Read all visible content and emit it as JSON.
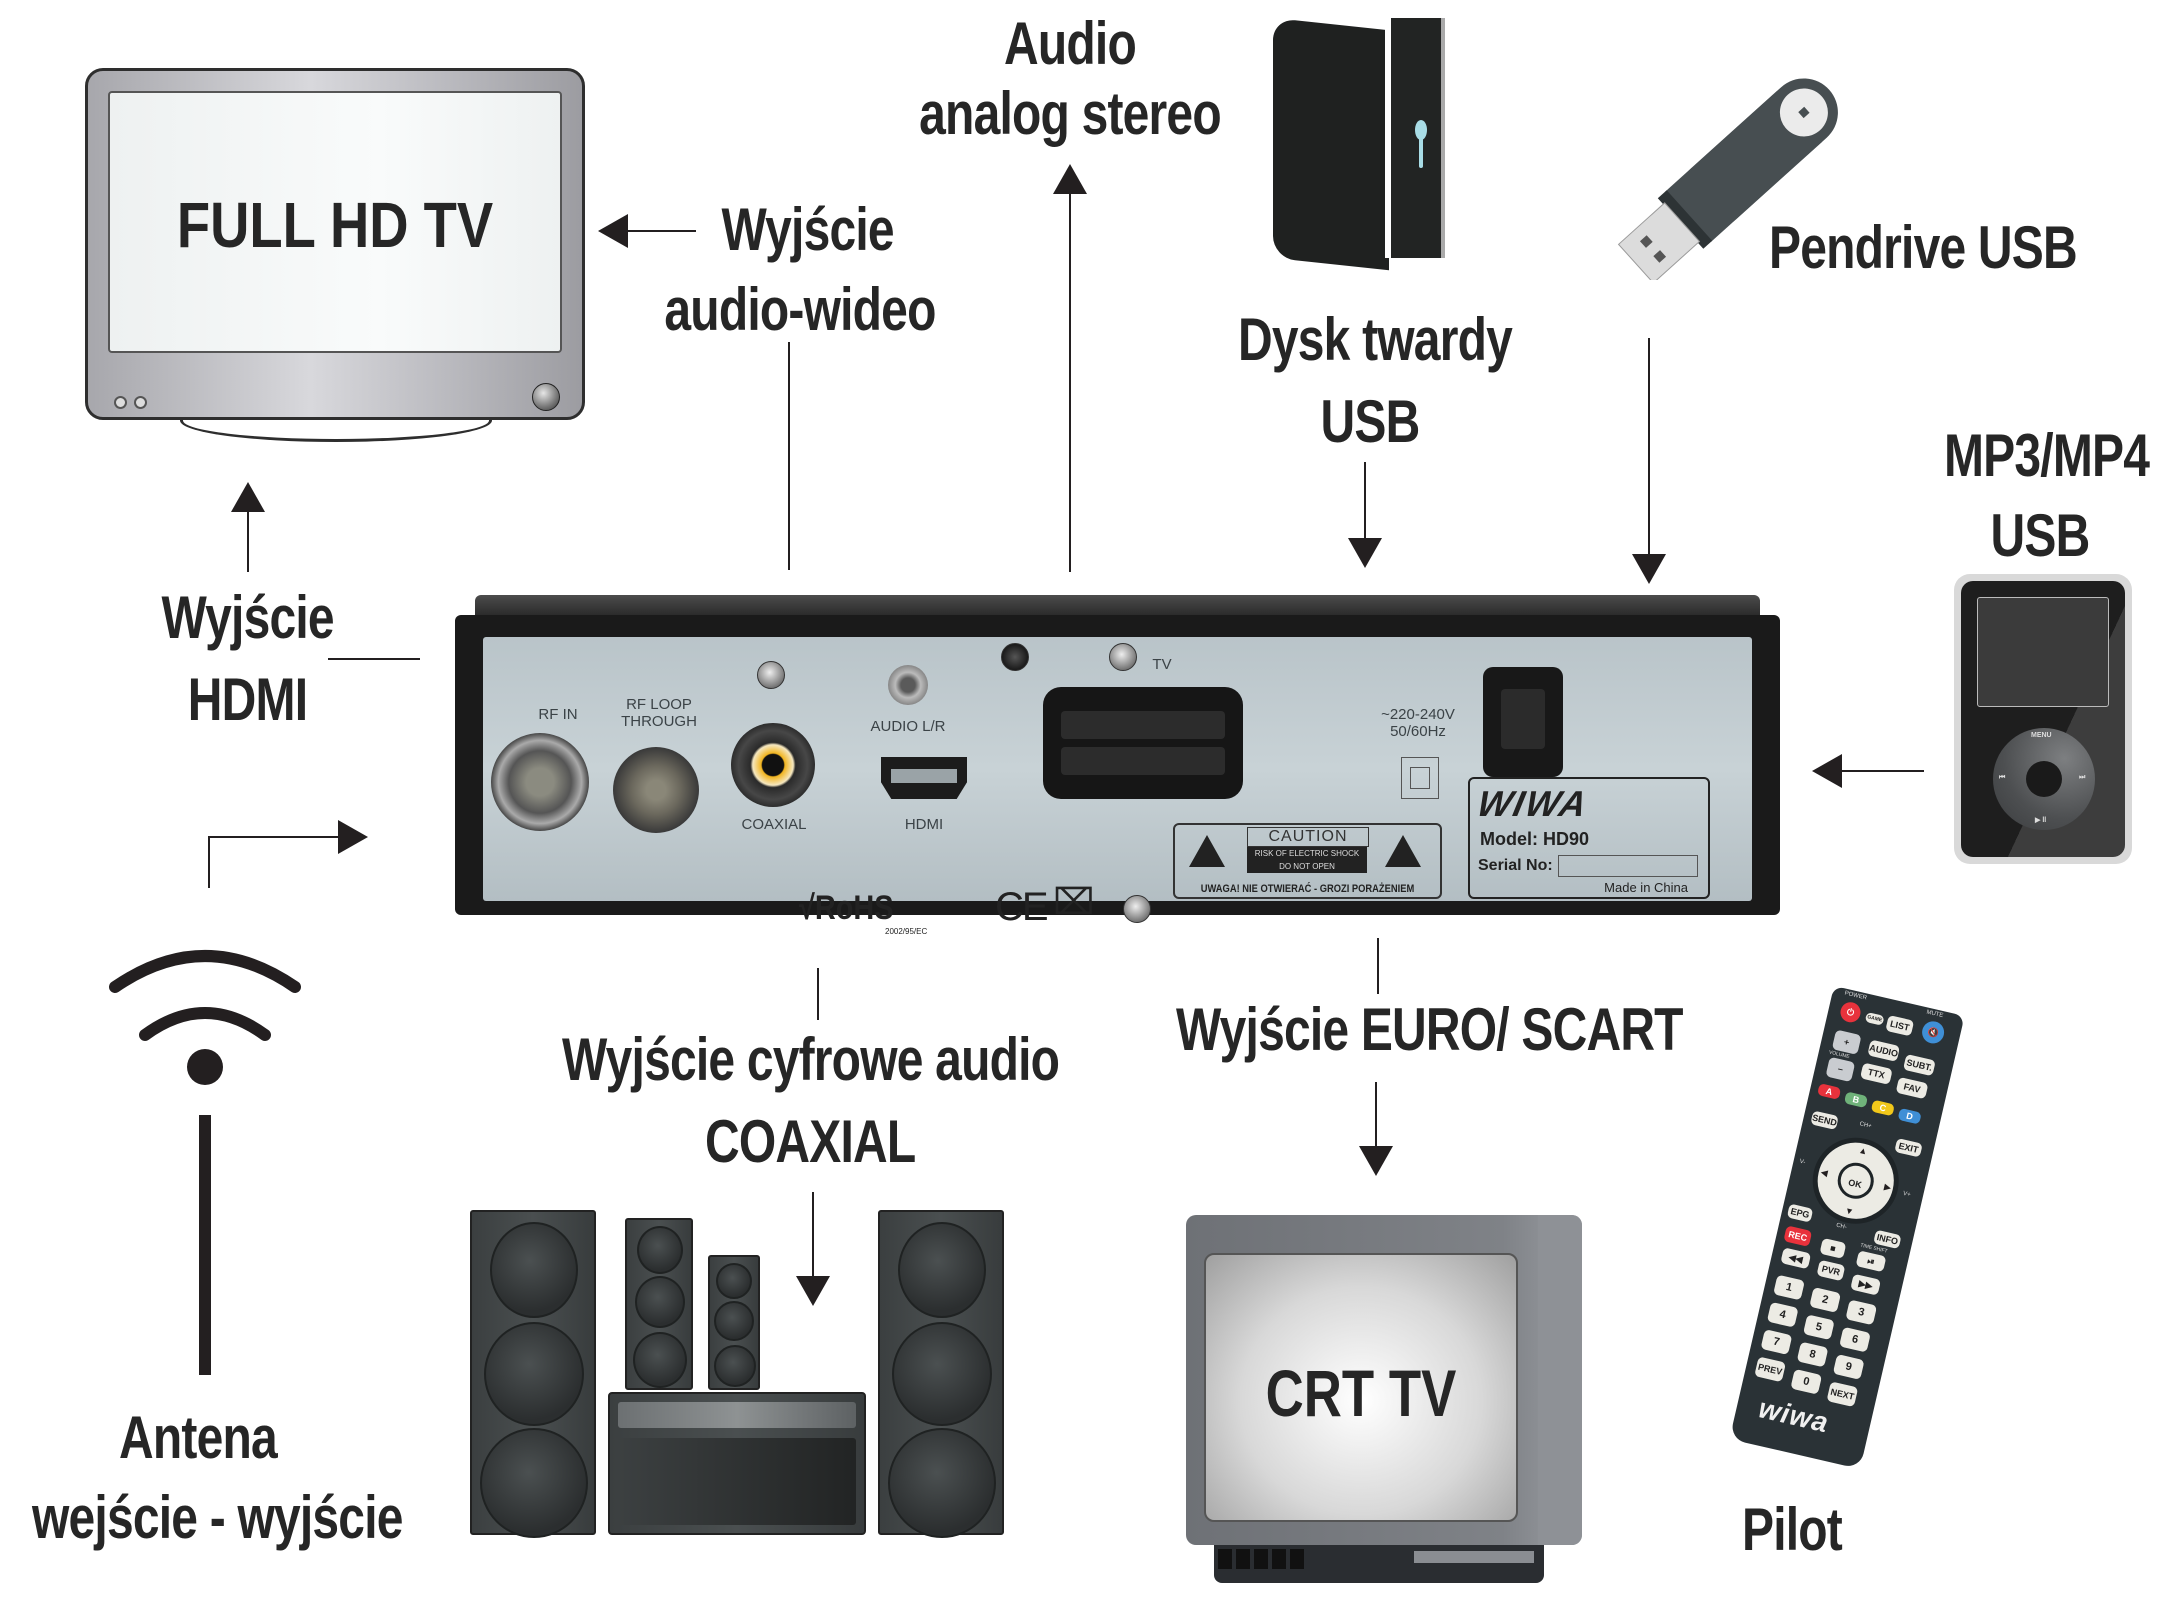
{
  "diagram": {
    "title": "WIWA HD90 connection diagram",
    "devices": {
      "full_hd_tv": {
        "screen_text": "FULL HD TV"
      },
      "crt_tv": {
        "screen_text": "CRT TV"
      },
      "hard_disk": {
        "label_line1": "Dysk twardy",
        "label_line2": "USB"
      },
      "pendrive": {
        "label": "Pendrive USB"
      },
      "mp3_player": {
        "label_line1": "MP3/MP4",
        "label_line2": "USB",
        "wheel": {
          "top": "MENU",
          "left": "⏮",
          "right": "⏭",
          "bottom": "▶ ll"
        }
      },
      "antenna": {
        "label_line1": "Antena",
        "label_line2": "wejście - wyjście"
      },
      "speakers": {
        "label_line1": "Wyjście cyfrowe audio",
        "label_line2": "COAXIAL"
      },
      "remote": {
        "label": "Pilot",
        "brand": "wiwa",
        "top_labels": [
          "POWER",
          "MUTE"
        ],
        "keys": [
          "GAME",
          "LIST",
          "AUDIO",
          "SUBT.",
          "TTX",
          "FAV",
          "A",
          "B",
          "C",
          "D",
          "SEND",
          "EXIT",
          "OK",
          "EPG",
          "INFO",
          "REC",
          "PVR",
          "1",
          "2",
          "3",
          "4",
          "5",
          "6",
          "7",
          "8",
          "9",
          "PREV",
          "0",
          "NEXT"
        ],
        "nav_labels": [
          "CH+",
          "CH-",
          "V-",
          "V+",
          "VOLUME",
          "TIME SHIFT"
        ],
        "color_keys": {
          "A": "#e8323c",
          "B": "#6fb27a",
          "C": "#f2c81a",
          "D": "#3f8fd6",
          "REC": "#e8323c",
          "POWER": "#e8323c",
          "MUTE": "#3f8fd6"
        }
      }
    },
    "connection_labels": {
      "av_out": {
        "line1": "Wyjście",
        "line2": "audio-wideo"
      },
      "audio_analog": {
        "line1": "Audio",
        "line2": "analog stereo"
      },
      "hdmi_out": {
        "line1": "Wyjście",
        "line2": "HDMI"
      },
      "scart_out": {
        "line1": "Wyjście EURO/ SCART"
      }
    },
    "receiver_panel": {
      "ports": {
        "rf_in": "RF IN",
        "rf_loop": [
          "RF LOOP",
          "THROUGH"
        ],
        "coaxial": "COAXIAL",
        "audio_lr": "AUDIO L/R",
        "hdmi": "HDMI",
        "scart": "TV"
      },
      "power": [
        "~220-240V",
        "50/60Hz"
      ],
      "caution": {
        "title": "CAUTION",
        "line1": "RISK OF ELECTRIC SHOCK",
        "line2": "DO NOT OPEN",
        "footer": "UWAGA!  NIE OTWIERAĆ - GROZI PORAŻENIEM"
      },
      "rating_plate": {
        "brand": "WIWA",
        "model": "Model: HD90",
        "serial_label": "Serial No:",
        "serial_value": "",
        "origin": "Made in China"
      },
      "certifications": {
        "rohs": "√RoHS",
        "rohs_sub": "2002/95/EC",
        "ce": "CE",
        "weee": "⌧"
      }
    }
  }
}
